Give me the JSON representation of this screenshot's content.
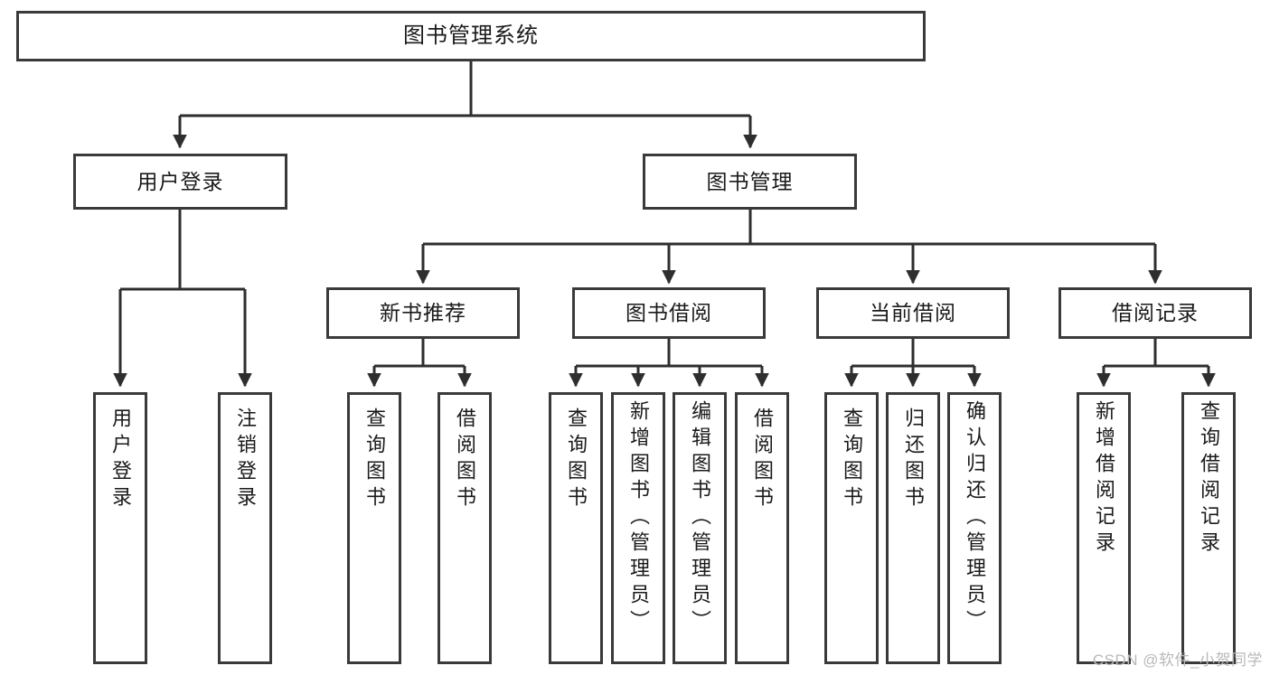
{
  "diagram": {
    "title": "图书管理系统",
    "watermark": "CSDN @软件_小贺同学",
    "colors": {
      "border": "#3a3a3a",
      "background": "#ffffff",
      "text": "#1a1a1a",
      "connector": "#2e2e2e",
      "watermark": "#b9b9b9"
    },
    "root": {
      "label": "图书管理系统"
    },
    "level2": [
      {
        "label": "用户登录"
      },
      {
        "label": "图书管理"
      }
    ],
    "level3": [
      {
        "label": "新书推荐"
      },
      {
        "label": "图书借阅"
      },
      {
        "label": "当前借阅"
      },
      {
        "label": "借阅记录"
      }
    ],
    "leaves": {
      "user_login": [
        {
          "label": "用户登录"
        },
        {
          "label": "注销登录"
        }
      ],
      "new_book_recommend": [
        {
          "label": "查询图书"
        },
        {
          "label": "借阅图书"
        }
      ],
      "book_borrow": [
        {
          "label": "查询图书"
        },
        {
          "label": "新增图书（管理员）"
        },
        {
          "label": "编辑图书（管理员）"
        },
        {
          "label": "借阅图书"
        }
      ],
      "current_borrow": [
        {
          "label": "查询图书"
        },
        {
          "label": "归还图书"
        },
        {
          "label": "确认归还（管理员）"
        }
      ],
      "borrow_record": [
        {
          "label": "新增借阅记录"
        },
        {
          "label": "查询借阅记录"
        }
      ]
    }
  }
}
